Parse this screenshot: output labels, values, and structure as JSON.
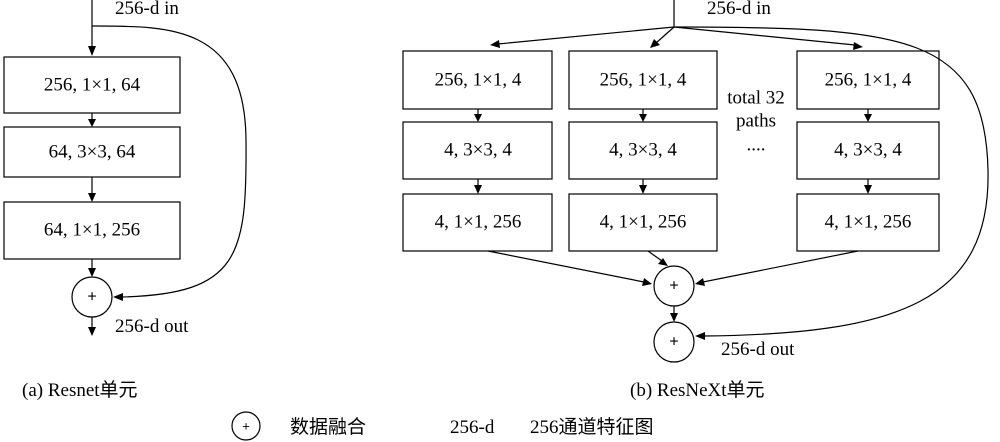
{
  "resnet": {
    "input_label": "256-d  in",
    "layers": [
      "256, 1×1, 64",
      "64, 3×3, 64",
      "64, 1×1, 256"
    ],
    "fusion_symbol": "+",
    "output_label": "256-d  out",
    "caption": "(a) Resnet单元"
  },
  "resnext": {
    "input_label": "256-d  in",
    "paths": [
      {
        "layers": [
          "256, 1×1, 4",
          "4, 3×3, 4",
          "4, 1×1, 256"
        ]
      },
      {
        "layers": [
          "256, 1×1, 4",
          "4, 3×3, 4",
          "4, 1×1, 256"
        ]
      },
      {
        "layers": [
          "256, 1×1, 4",
          "4, 3×3, 4",
          "4, 1×1, 256"
        ]
      }
    ],
    "note_line1": "total 32",
    "note_line2": "paths",
    "ellipsis": "....",
    "fusion_symbol": "+",
    "output_label": "256-d  out",
    "caption": "(b) ResNeXt单元"
  },
  "legend": {
    "fusion_symbol": "+",
    "fusion_label": "数据融合",
    "dim_key": "256-d",
    "dim_label": "256通道特征图"
  }
}
